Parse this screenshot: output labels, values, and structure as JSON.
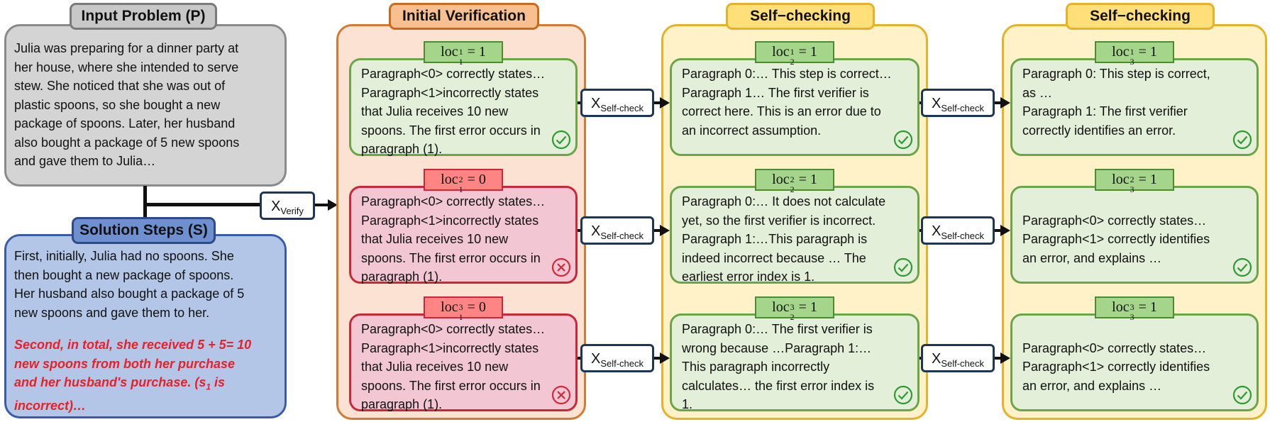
{
  "input_problem": {
    "title": "Input Problem (P)",
    "text": "Julia was preparing for a dinner party at\nher house, where she intended to serve\nstew. She noticed that she was out of\nplastic spoons, so she bought a new\npackage of spoons. Later, her husband\nalso bought a package of 5 new spoons\nand gave them to Julia…"
  },
  "solution_steps": {
    "title": "Solution Steps (S)",
    "text": "First, initially, Julia had no spoons. She\nthen bought a new package of spoons.\nHer husband also bought a package of 5\nnew spoons and gave them to her.",
    "error_text_a": "Second, in total, she received 5 + 5= 10\nnew spoons from both her purchase\nand her husband's purchase. (s",
    "error_sub": "1",
    "error_text_b": " is\nincorrect)…"
  },
  "xverify": {
    "main": "X",
    "sub": "Verify"
  },
  "xselfcheck": {
    "main": "X",
    "sub": "Self-check"
  },
  "columns": [
    {
      "title": "Initial Verification",
      "cards": [
        {
          "loc": {
            "i": "1",
            "j": "1",
            "value": "1"
          },
          "status": "correct",
          "text": "Paragraph<0> correctly states…\nParagraph<1>incorrectly states\nthat Julia receives 10 new\nspoons. The first error occurs in\nparagraph (1)."
        },
        {
          "loc": {
            "i": "1",
            "j": "2",
            "value": "0"
          },
          "status": "wrong",
          "text": "Paragraph<0> correctly states…\nParagraph<1>incorrectly states\nthat Julia receives 10 new\nspoons. The first error occurs in\nparagraph (1)."
        },
        {
          "loc": {
            "i": "1",
            "j": "3",
            "value": "0"
          },
          "status": "wrong",
          "text": "Paragraph<0> correctly states…\nParagraph<1>incorrectly states\nthat Julia receives 10 new\nspoons. The first error occurs in\nparagraph (1)."
        }
      ]
    },
    {
      "title": "Self−checking",
      "cards": [
        {
          "loc": {
            "i": "2",
            "j": "1",
            "value": "1"
          },
          "status": "correct",
          "text": "Paragraph 0:… This step is correct…\nParagraph 1… The first verifier is\ncorrect here. This is an error due to\nan incorrect assumption."
        },
        {
          "loc": {
            "i": "2",
            "j": "2",
            "value": "1"
          },
          "status": "correct",
          "text": "Paragraph 0:… It does not calculate\nyet, so the first verifier is incorrect.\nParagraph 1:…This paragraph is\nindeed incorrect because … The\nearliest error index is 1."
        },
        {
          "loc": {
            "i": "2",
            "j": "3",
            "value": "1"
          },
          "status": "correct",
          "text": "Paragraph 0:… The first verifier is\nwrong because …Paragraph 1:…\nThis paragraph incorrectly\ncalculates… the first error index is\n1."
        }
      ]
    },
    {
      "title": "Self−checking",
      "cards": [
        {
          "loc": {
            "i": "3",
            "j": "1",
            "value": "1"
          },
          "status": "correct",
          "text": "Paragraph 0: This step is correct,\n as …\nParagraph 1: The first verifier\ncorrectly identifies an error."
        },
        {
          "loc": {
            "i": "3",
            "j": "2",
            "value": "1"
          },
          "status": "correct",
          "text": "\nParagraph<0> correctly states…\nParagraph<1> correctly identifies\nan error, and explains …"
        },
        {
          "loc": {
            "i": "3",
            "j": "3",
            "value": "1"
          },
          "status": "correct",
          "text": "\nParagraph<0> correctly states…\nParagraph<1> correctly identifies\nan error, and explains …"
        }
      ]
    }
  ]
}
